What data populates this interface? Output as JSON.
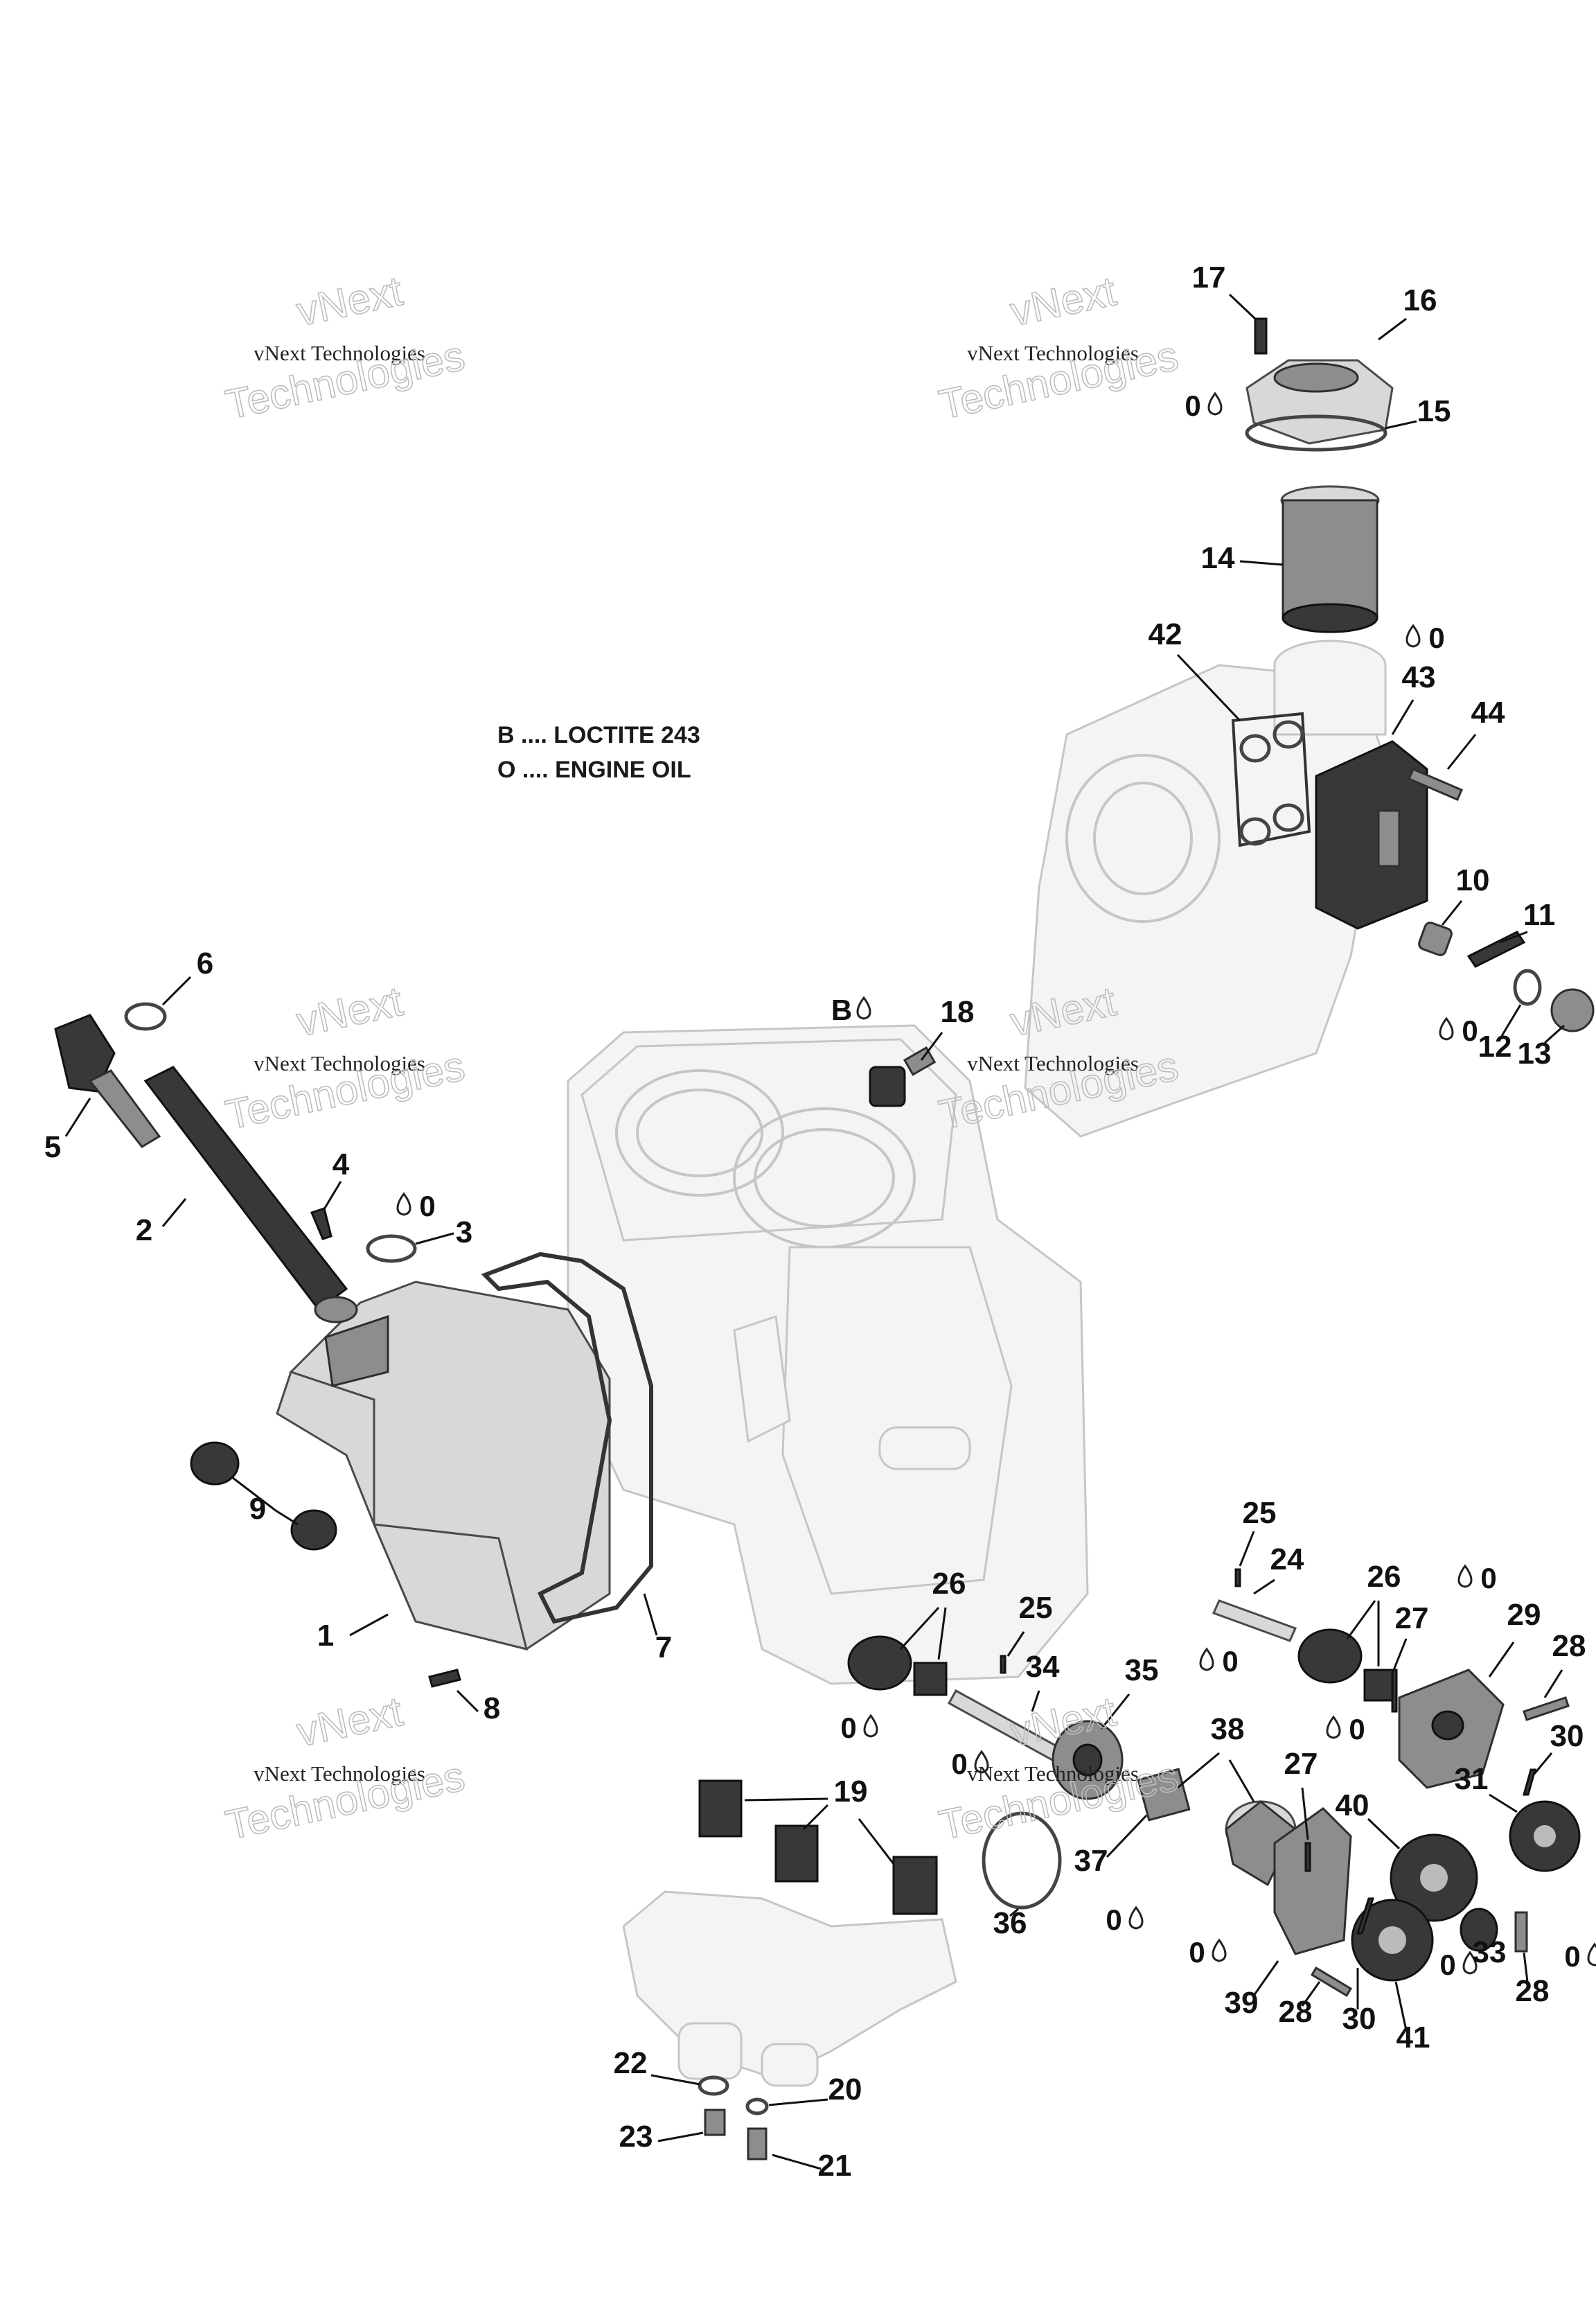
{
  "legend": [
    {
      "code": "B",
      "text": "B .... LOCTITE 243"
    },
    {
      "code": "O",
      "text": "O .... ENGINE OIL"
    }
  ],
  "watermark": {
    "big_top": "vNext",
    "small": "vNext Technologies",
    "big_bottom": "Technologies"
  },
  "symbols": {
    "oil": "0",
    "loctite": "B"
  },
  "callouts": [
    "1",
    "2",
    "3",
    "4",
    "5",
    "6",
    "7",
    "8",
    "9",
    "10",
    "11",
    "12",
    "13",
    "14",
    "15",
    "16",
    "17",
    "18",
    "19",
    "20",
    "21",
    "22",
    "23",
    "24",
    "25",
    "26",
    "27",
    "28",
    "29",
    "30",
    "31",
    "33",
    "34",
    "35",
    "36",
    "37",
    "38",
    "39",
    "40",
    "41",
    "42",
    "43",
    "44"
  ],
  "icons": {
    "oil_drop": "oil-drop-icon"
  }
}
